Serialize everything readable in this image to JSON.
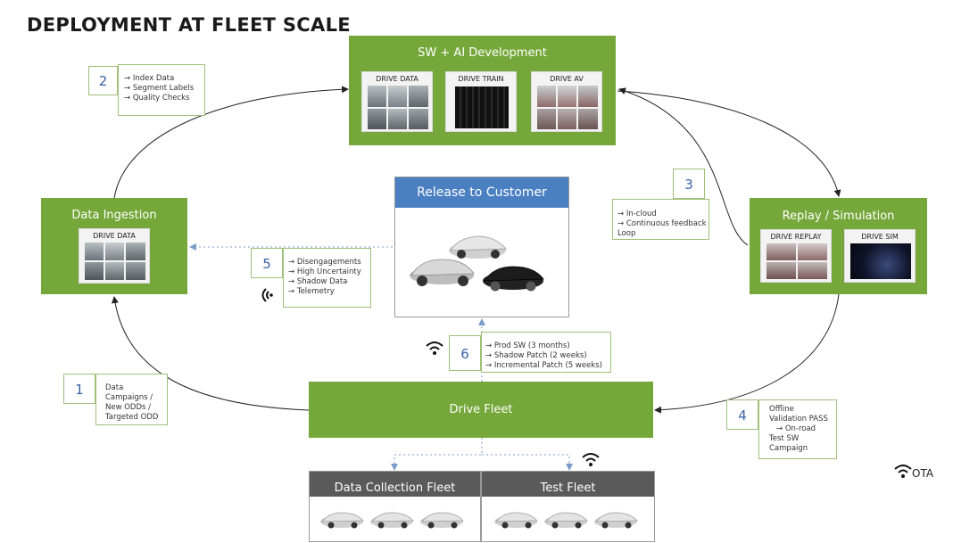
{
  "page_title": "DEPLOYMENT AT FLEET SCALE",
  "sw_dev": {
    "title": "SW + AI Development",
    "panels": [
      "DRIVE DATA",
      "DRIVE TRAIN",
      "DRIVE AV"
    ]
  },
  "ingestion": {
    "title": "Data Ingestion",
    "panel": "DRIVE DATA"
  },
  "replay": {
    "title": "Replay / Simulation",
    "panels": [
      "DRIVE REPLAY",
      "DRIVE SIM"
    ]
  },
  "release": {
    "title": "Release to Customer"
  },
  "fleet": {
    "title": "Drive Fleet"
  },
  "sub_fleets": {
    "collection": "Data Collection Fleet",
    "test": "Test Fleet"
  },
  "steps": {
    "s1": {
      "num": "1",
      "lines": [
        "Data",
        "Campaigns /",
        "New ODDs /",
        "Targeted ODD"
      ]
    },
    "s2": {
      "num": "2",
      "lines": [
        "→ Index Data",
        "→ Segment Labels",
        "→ Quality Checks"
      ]
    },
    "s3": {
      "num": "3",
      "lines": [
        "→ In-cloud",
        "→ Continuous feedback",
        "Loop"
      ]
    },
    "s4": {
      "num": "4",
      "lines": [
        "Offline",
        "Validation PASS",
        "→ On-road",
        "Test SW",
        "Campaign"
      ]
    },
    "s5": {
      "num": "5",
      "lines": [
        "→ Disengagements",
        "→ High Uncertainty",
        "→ Shadow Data",
        "→ Telemetry"
      ]
    },
    "s6": {
      "num": "6",
      "lines": [
        "→ Prod SW (3 months)",
        "→ Shadow Patch (2 weeks)",
        "→ Incremental Patch (5 weeks)"
      ]
    }
  },
  "ota_label": "OTA",
  "icons": [
    "wifi-icon",
    "car-icon"
  ],
  "colors": {
    "green": "#76a73a",
    "number_blue": "#3a63a8",
    "release_header": "#4a7fc1",
    "dark_header": "#5a5a5a"
  }
}
